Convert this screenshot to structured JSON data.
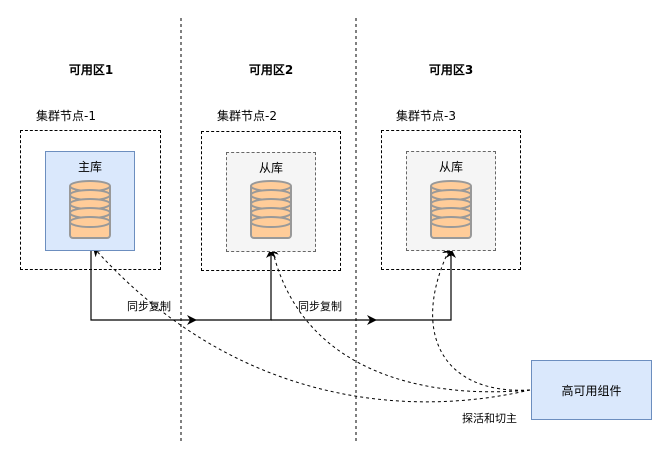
{
  "zones": [
    {
      "title": "可用区1",
      "cluster": "集群节点-1",
      "db_label": "主库",
      "role": "primary"
    },
    {
      "title": "可用区2",
      "cluster": "集群节点-2",
      "db_label": "从库",
      "role": "replica"
    },
    {
      "title": "可用区3",
      "cluster": "集群节点-3",
      "db_label": "从库",
      "role": "replica"
    }
  ],
  "edges": {
    "sync_label_1": "同步复制",
    "sync_label_2": "同步复制",
    "probe_label": "探活和切主"
  },
  "ha_component": {
    "label": "高可用组件"
  },
  "colors": {
    "primary_fill": "#dae8fc",
    "primary_stroke": "#6c8ebf",
    "replica_fill": "#f5f5f5",
    "db_fill": "#ffcc99",
    "db_stroke": "#999999"
  }
}
